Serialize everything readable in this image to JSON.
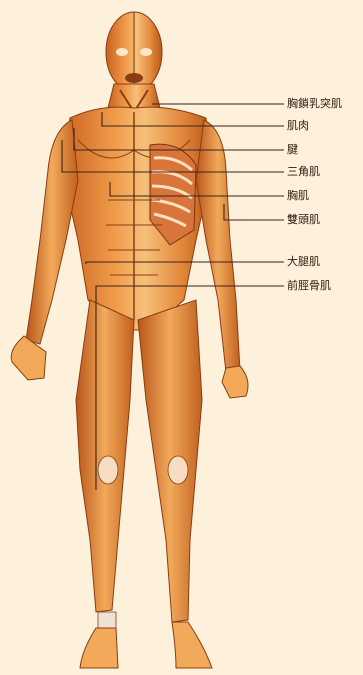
{
  "labels": [
    {
      "id": "sternocleidomastoid",
      "text": "胸鎖乳突肌"
    },
    {
      "id": "muscle",
      "text": "肌肉"
    },
    {
      "id": "tendon",
      "text": "腱"
    },
    {
      "id": "deltoid",
      "text": "三角肌"
    },
    {
      "id": "pectoral",
      "text": "胸肌"
    },
    {
      "id": "biceps",
      "text": "雙頭肌"
    },
    {
      "id": "quadriceps",
      "text": "大腿肌"
    },
    {
      "id": "tibialis",
      "text": "前脛骨肌"
    }
  ],
  "colors": {
    "background": "#fdf1dc",
    "muscle_dark": "#b8561b",
    "muscle_mid": "#e08a3a",
    "muscle_light": "#f6c27d",
    "tendon": "#f4e4cf",
    "leader_line": "#3a2416"
  }
}
